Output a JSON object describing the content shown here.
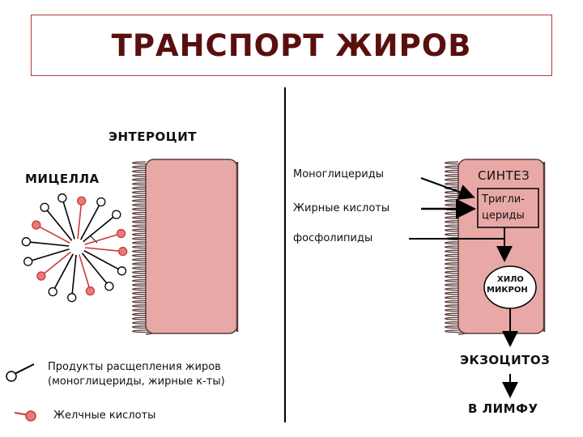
{
  "title": "ТРАНСПОРТ ЖИРОВ",
  "labels": {
    "enterocyte": "ЭНТЕРОЦИТ",
    "micelle": "МИЦЕЛЛА",
    "monoglycerides": "Моноглицериды",
    "fatty_acids": "Жирные кислоты",
    "phospholipids": "фосфолипиды",
    "synthesis": "СИНТЕЗ",
    "triglycerides_line1": "Тригли-",
    "triglycerides_line2": "цериды",
    "chylomicron_line1": "ХИЛО",
    "chylomicron_line2": "МИКРОН",
    "exocytosis": "ЭКЗОЦИТОЗ",
    "to_lymph": "В ЛИМФУ"
  },
  "legend": {
    "products_line1": "Продукты расщепления жиров",
    "products_line2": "(моноглицериды, жирные к-ты)",
    "bile_acids": "Желчные кислоты"
  },
  "colors": {
    "cell_fill": "#e8a9a6",
    "cell_stroke": "#5a3a3a",
    "bile_acid_red": "#cc3a3a",
    "title_dark_red": "#5a0f0f"
  }
}
